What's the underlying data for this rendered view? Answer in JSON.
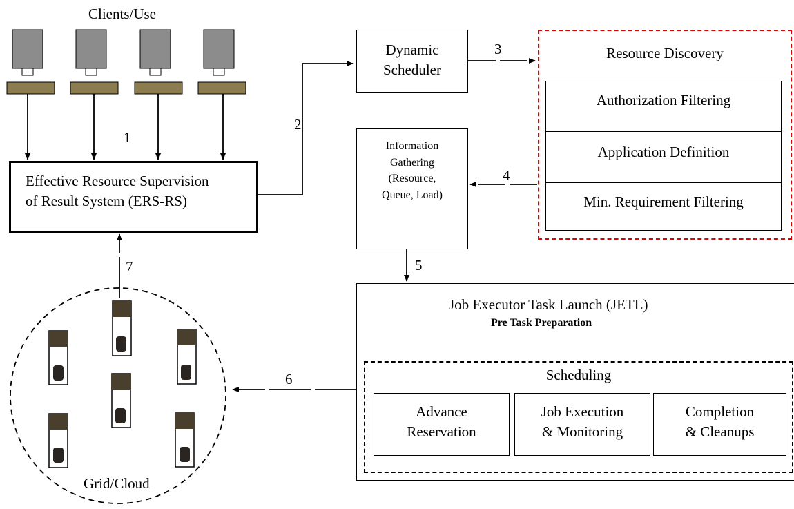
{
  "title": "Clients/Use",
  "ers": {
    "line1": "Effective Resource Supervision",
    "line2": "of Result System (ERS-RS)"
  },
  "scheduler": {
    "line1": "Dynamic",
    "line2": "Scheduler"
  },
  "discovery": {
    "title": "Resource Discovery",
    "items": [
      "Authorization Filtering",
      "Application Definition",
      "Min. Requirement Filtering"
    ],
    "border_color": "#e00000"
  },
  "info": {
    "lines": [
      "Information",
      "Gathering",
      "(Resource,",
      "Queue, Load)"
    ]
  },
  "jetl": {
    "title": "Job Executor Task Launch (JETL)",
    "subtitle": "Pre Task Preparation",
    "scheduling_label": "Scheduling",
    "tasks": [
      {
        "line1": "Advance",
        "line2": "Reservation"
      },
      {
        "line1": "Job Execution",
        "line2": "& Monitoring"
      },
      {
        "line1": "Completion",
        "line2": "& Cleanups"
      }
    ]
  },
  "cloud_label": "Grid/Cloud",
  "steps": [
    "1",
    "2",
    "3",
    "4",
    "5",
    "6",
    "7"
  ],
  "colors": {
    "monitor_screen": "#8c8c8c",
    "keyboard": "#8b7d4f",
    "server_top": "#4a3f2d",
    "server_dot": "#2a2520"
  }
}
